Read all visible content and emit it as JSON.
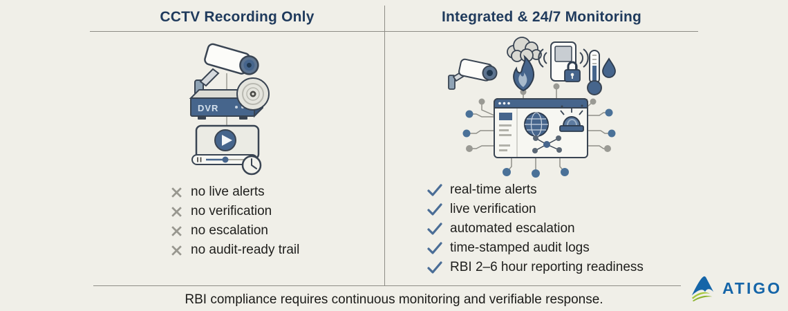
{
  "left_panel": {
    "title": "CCTV Recording Only",
    "dvr_label": "DVR",
    "icon_names": [
      "cctv-camera",
      "dvr-recorder",
      "optical-disc",
      "video-player",
      "clock"
    ],
    "items": [
      {
        "icon": "x-mark",
        "label": "no live alerts"
      },
      {
        "icon": "x-mark",
        "label": "no verification"
      },
      {
        "icon": "x-mark",
        "label": "no escalation"
      },
      {
        "icon": "x-mark",
        "label": "no audit-ready trail"
      }
    ]
  },
  "right_panel": {
    "title": "Integrated & 24/7 Monitoring",
    "icon_names": [
      "cctv-camera",
      "fire-smoke",
      "wireless-sensor-lock",
      "thermometer-droplet",
      "monitoring-dashboard",
      "globe",
      "siren",
      "network-graph"
    ],
    "items": [
      {
        "icon": "check-mark",
        "label": "real-time alerts"
      },
      {
        "icon": "check-mark",
        "label": "live verification"
      },
      {
        "icon": "check-mark",
        "label": "automated escalation"
      },
      {
        "icon": "check-mark",
        "label": "time-stamped audit logs"
      },
      {
        "icon": "check-mark",
        "label": "RBI 2–6 hour reporting readiness"
      }
    ]
  },
  "footer": {
    "caption": "RBI compliance requires continuous monitoring and verifiable response.",
    "brand": "ATIGO"
  },
  "colors": {
    "background": "#f0efe8",
    "title": "#1f3a5c",
    "body_text": "#1e1e1c",
    "check": "#4a6d96",
    "cross": "#98978f",
    "rule": "#8d8c85",
    "illustration_blue": "#46658c",
    "illustration_outline": "#394452",
    "logo_blue": "#1565a8",
    "logo_green": "#a5c83d"
  }
}
